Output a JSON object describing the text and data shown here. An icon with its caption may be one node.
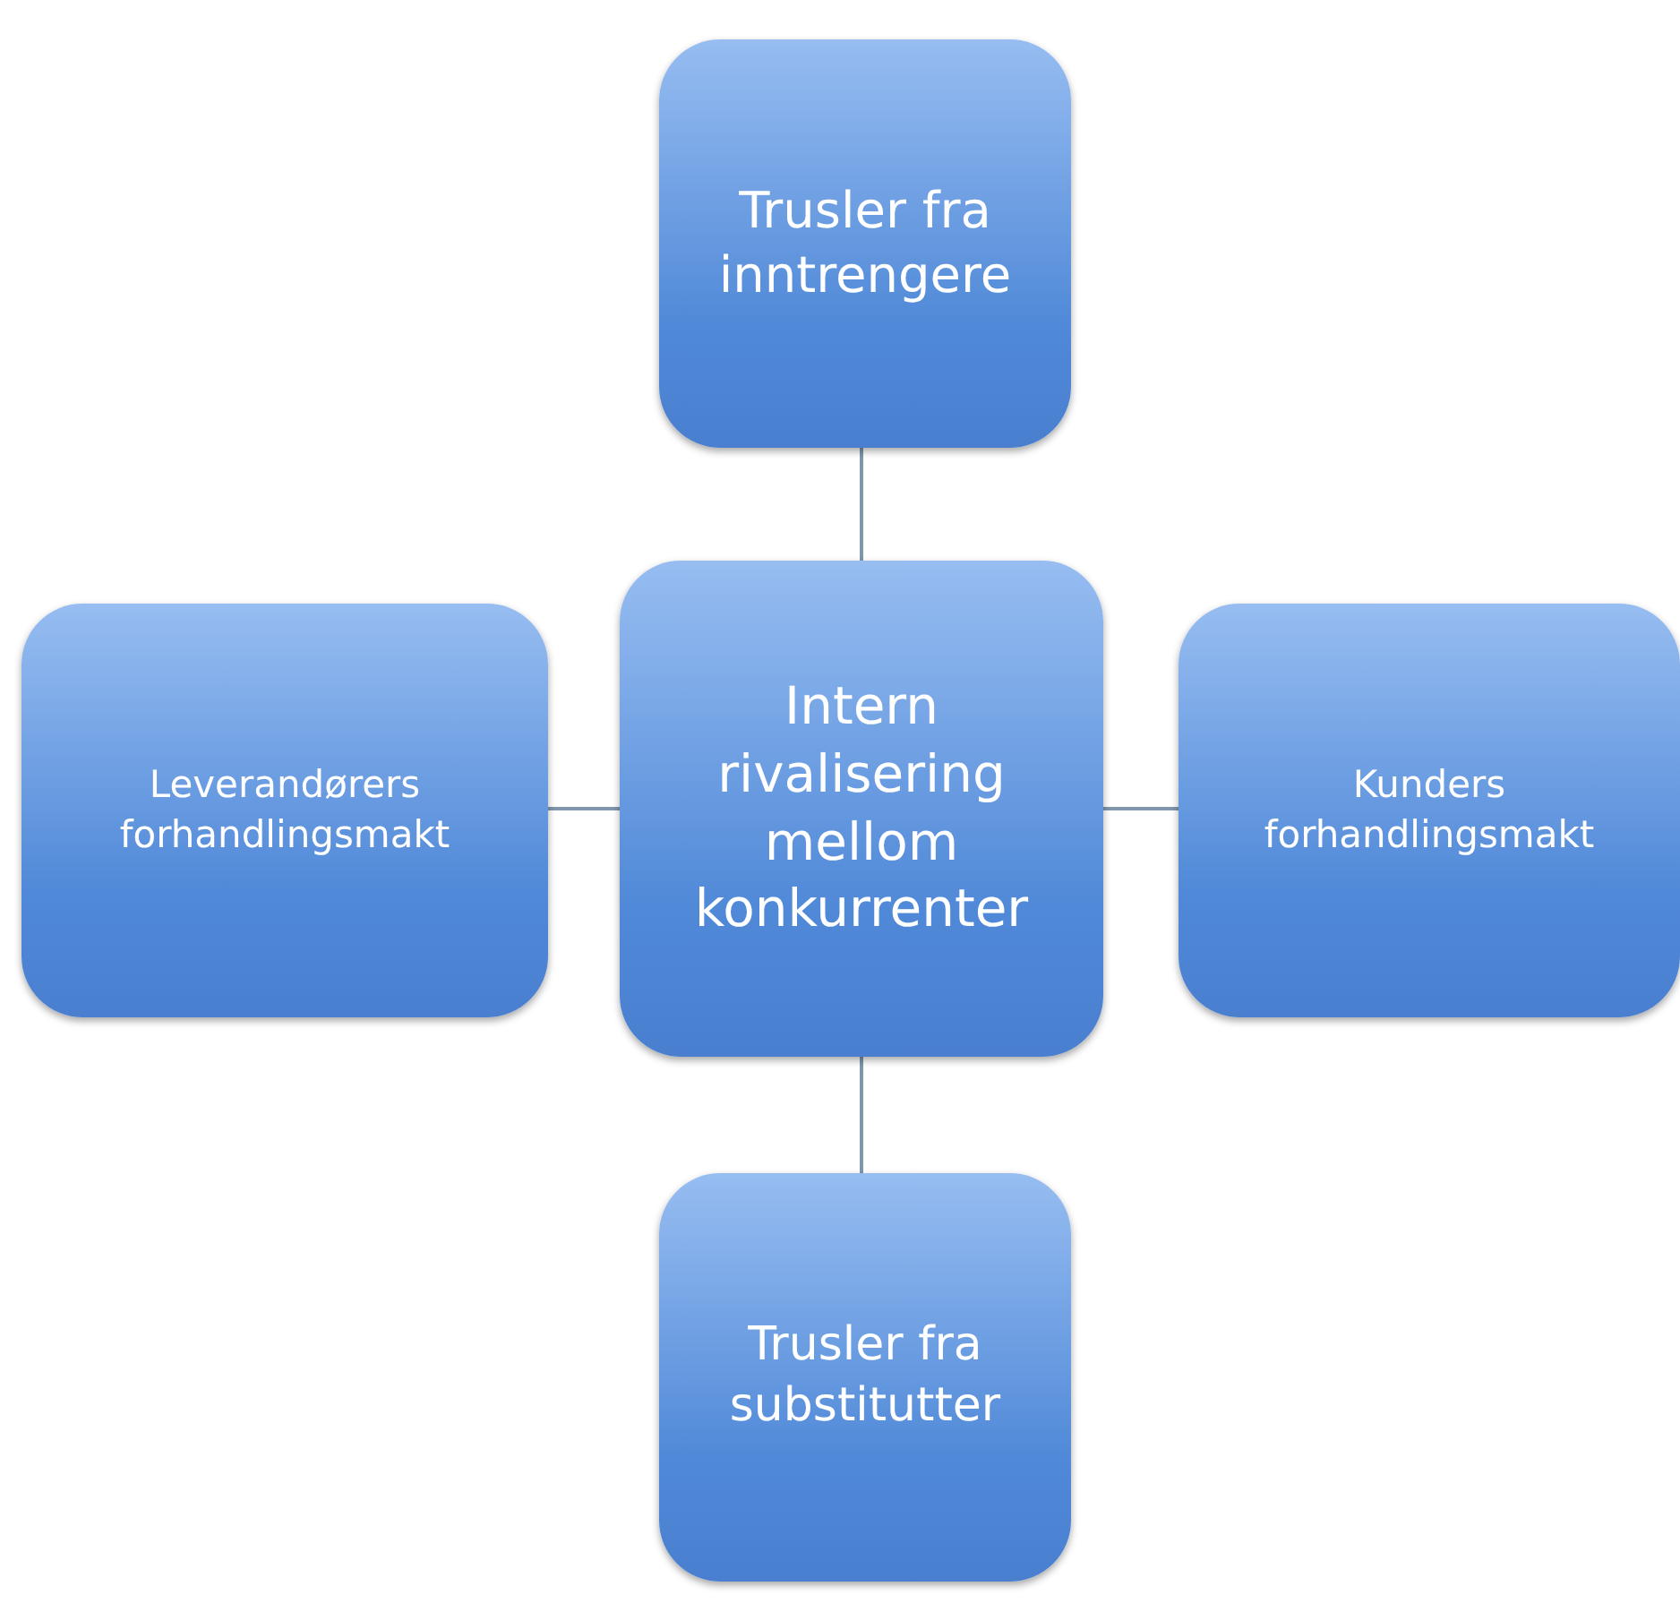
{
  "diagram": {
    "nodes": [
      {
        "text": [
          "Trusler fra inntrengere"
        ]
      },
      {
        "text": [
          "Leverandørers forhandlingsmakt"
        ]
      },
      {
        "text": [
          "Intern rivalisering mellom konkurrenter"
        ]
      },
      {
        "text": [
          "Kunders forhandlingsmakt"
        ]
      },
      {
        "text": [
          "Trusler fra substitutter"
        ]
      }
    ],
    "edges": [
      {
        "from": 2,
        "to": 0,
        "arrow": "none"
      },
      {
        "from": 2,
        "to": 1,
        "arrow": "none"
      },
      {
        "from": 2,
        "to": 3,
        "arrow": "none"
      },
      {
        "from": 2,
        "to": 4,
        "arrow": "none"
      }
    ]
  }
}
